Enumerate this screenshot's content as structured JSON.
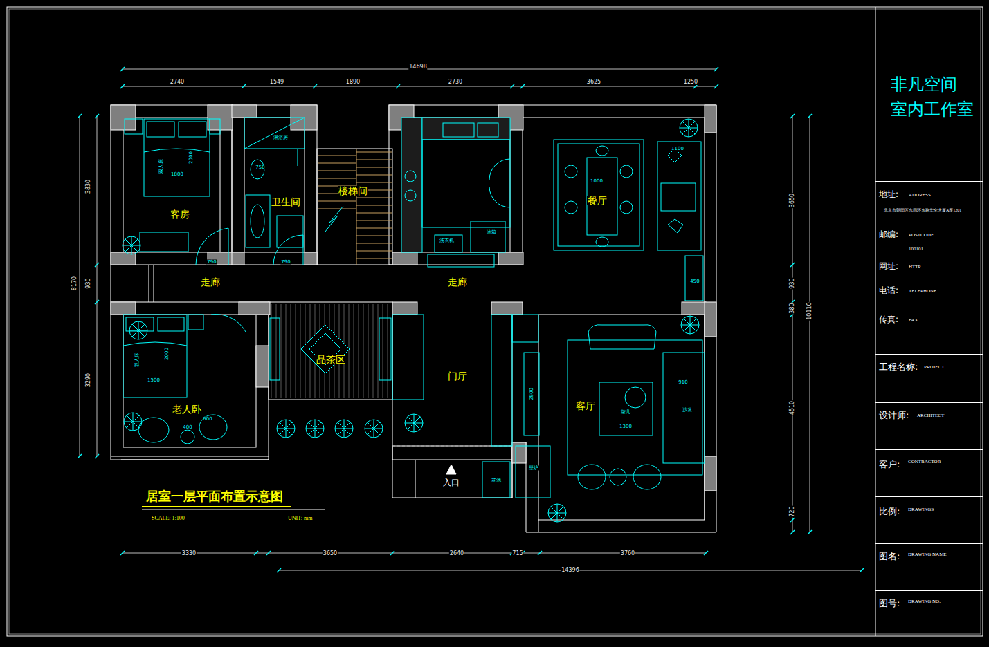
{
  "diagram": {
    "title": "居室一层平面布置示意图",
    "nodes": [
      {
        "text": [
          "非凡空间 室内工作室"
        ]
      },
      {
        "text": [
          "地址:",
          "ADDRESS",
          "北京市朝阳区东四环东路华仑大厦A座1201",
          "邮编:",
          "POSTCODE",
          "100101",
          "网址:",
          "HTTP",
          "电话:",
          "TELEPHONE",
          "传真:",
          "FAX"
        ]
      },
      {
        "text": [
          "工程名称:",
          "PROJECT"
        ]
      },
      {
        "text": [
          "设计师:",
          "ARCHITECT"
        ]
      },
      {
        "text": [
          "客户:",
          "CONTRACTOR"
        ]
      },
      {
        "text": [
          "比例:",
          "DRAWINGS"
        ]
      },
      {
        "text": [
          "图名:",
          "DRAWING NAME"
        ]
      },
      {
        "text": [
          "图号:",
          "DRAWING NO."
        ]
      }
    ],
    "edges": [],
    "labels": [
      "14698",
      "2740",
      "1549",
      "1890",
      "2730",
      "3625",
      "1250",
      "3330",
      "3650",
      "2640",
      "715",
      "3760",
      "14396",
      "8170",
      "3830",
      "930",
      "3290",
      "10110",
      "3650",
      "930",
      "380",
      "4510",
      "720",
      "客房",
      "卫生间",
      "楼梯间",
      "餐厅",
      "走廊",
      "走廊",
      "品茶区",
      "门厅",
      "老人卧",
      "客厅",
      "入口",
      "双人床",
      "1800",
      "2000",
      "淋浴房",
      "750",
      "790",
      "790",
      "洗衣机",
      "冰箱",
      "1000",
      "1100",
      "450",
      "双人床",
      "2000",
      "1500",
      "400",
      "600",
      "茶几",
      "1300",
      "910",
      "沙发",
      "2800",
      "壁炉",
      "花池",
      "SCALE: 1:100",
      "UNIT: mm"
    ]
  }
}
